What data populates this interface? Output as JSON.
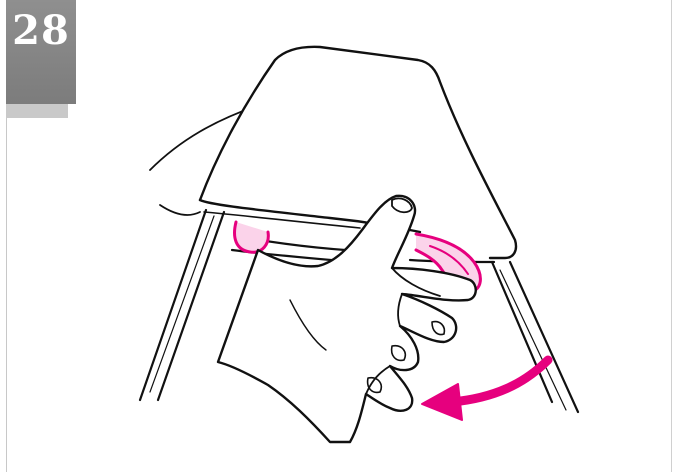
{
  "step": {
    "number": "28"
  },
  "colors": {
    "accent": "#e6007e",
    "badge": "#888888",
    "line": "#111111"
  },
  "illustration": {
    "parts": [
      "tilted-cover",
      "front-frame-bars",
      "hand",
      "highlighted-grips",
      "direction-arrow"
    ]
  }
}
